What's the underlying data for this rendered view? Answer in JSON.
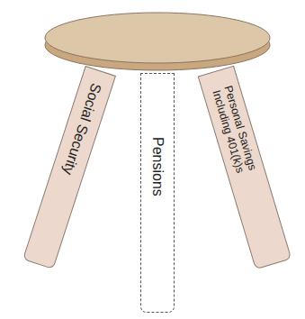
{
  "diagram": {
    "nodes": [
      {
        "text": [
          "Social Security"
        ]
      },
      {
        "text": [
          "Pensions"
        ]
      },
      {
        "text": [
          "Personal Savings Including 401(k)s"
        ]
      }
    ]
  }
}
